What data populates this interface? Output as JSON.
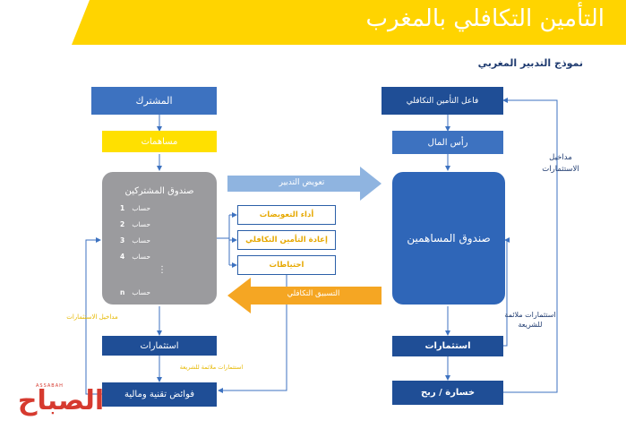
{
  "header": {
    "title": "التأمين التكافلي بالمغرب",
    "bg_color": "#ffd400"
  },
  "subtitle": "نموذج التدبير المغربي",
  "left_column": {
    "subscriber": "المشترك",
    "contributions": "مساهمات",
    "pool_title": "صندوق المشتركين",
    "accounts": [
      {
        "label": "حساب",
        "num": "1"
      },
      {
        "label": "حساب",
        "num": "2"
      },
      {
        "label": "حساب",
        "num": "3"
      },
      {
        "label": "حساب",
        "num": "4"
      },
      {
        "label": "حساب",
        "num": "n"
      }
    ],
    "dots": "⋮",
    "investments": "استثمارات",
    "surplus": "فوائض تقنية ومالية"
  },
  "middle": {
    "management_fee": "تعويض التدبير",
    "claims_payment": "أداء التعويضات",
    "retakaful": "إعادة التأمين التكافلي",
    "reserves": "احتياطات",
    "takaful_advance": "التسبيق التكافلي",
    "investment_income_left": "مداخيل الاستثمارات",
    "sharia_investments_left": "استثمارات ملائمة للشريعة"
  },
  "right_column": {
    "operator": "فاعل التأمين التكافلي",
    "capital": "رأس المال",
    "shareholders_fund": "صندوق المساهمين",
    "investments": "استثمارات",
    "profit_loss": "خسارة / ربح",
    "investment_income": "مداخيل الاستثمارات",
    "sharia_investments": "استثمارات ملائمة للشريعة"
  },
  "logo": {
    "text": "الصباح",
    "tag": "ASSABAH"
  },
  "colors": {
    "dark_blue": "#1f4e96",
    "mid_blue": "#3d72c0",
    "light_blue": "#8fb4e0",
    "yellow": "#ffe000",
    "orange": "#f5a623",
    "gray": "#9b9b9e",
    "logo_red": "#d63a2f"
  }
}
